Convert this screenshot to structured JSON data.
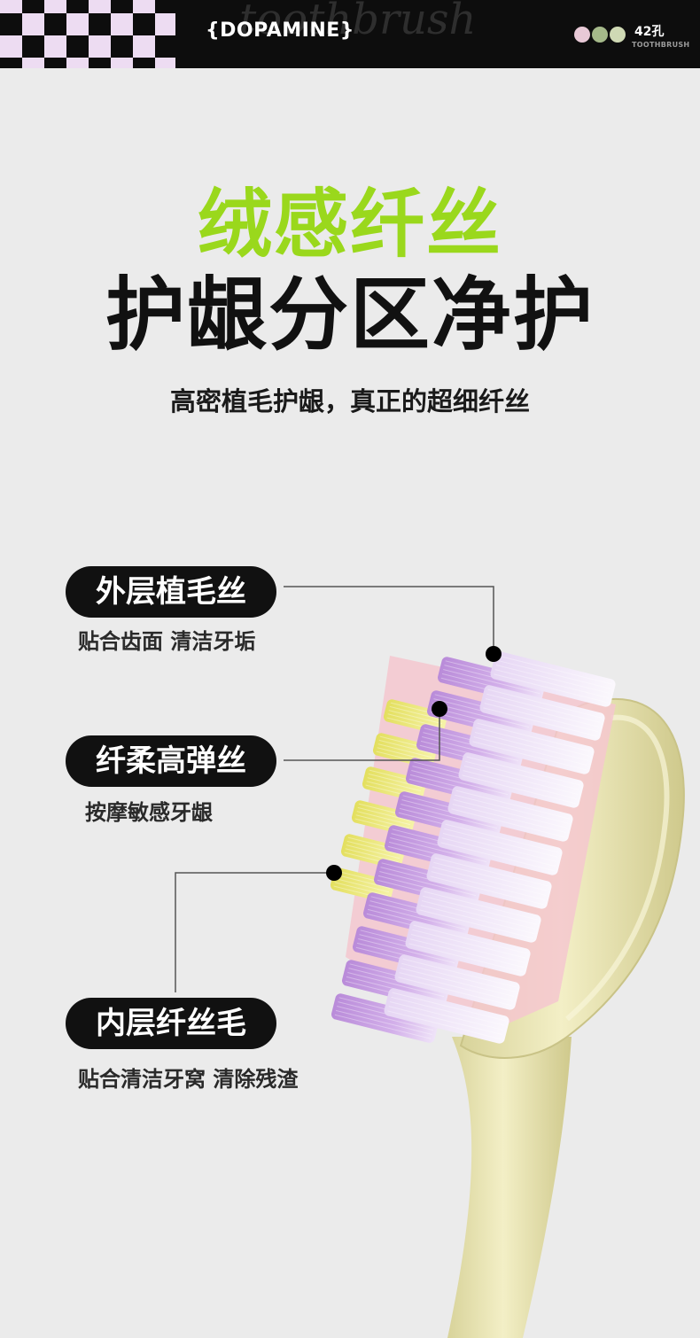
{
  "header": {
    "brand": "{DOPAMINE}",
    "watermark": "toothbrush",
    "hole_count": "42孔",
    "product_label": "TOOTHBRUSH",
    "color_dots": [
      "#e8c9d6",
      "#a5b98a",
      "#cfd9b4"
    ]
  },
  "headline": {
    "line1": "绒感纤丝",
    "line2": "护龈分区净护"
  },
  "subtitle": "高密植毛护龈，真正的超细纤丝",
  "callouts": [
    {
      "title": "外层植毛丝",
      "desc": "贴合齿面 清洁牙垢"
    },
    {
      "title": "纤柔高弹丝",
      "desc": "按摩敏感牙龈"
    },
    {
      "title": "内层纤丝毛",
      "desc": "贴合清洁牙窝 清除残渣"
    }
  ],
  "colors": {
    "accent_green": "#9ad81c",
    "handle": "#ebe7b4",
    "bristle_purple": "#c79be3",
    "bristle_white": "#f4eefa",
    "bristle_yellow": "#ece86e"
  }
}
